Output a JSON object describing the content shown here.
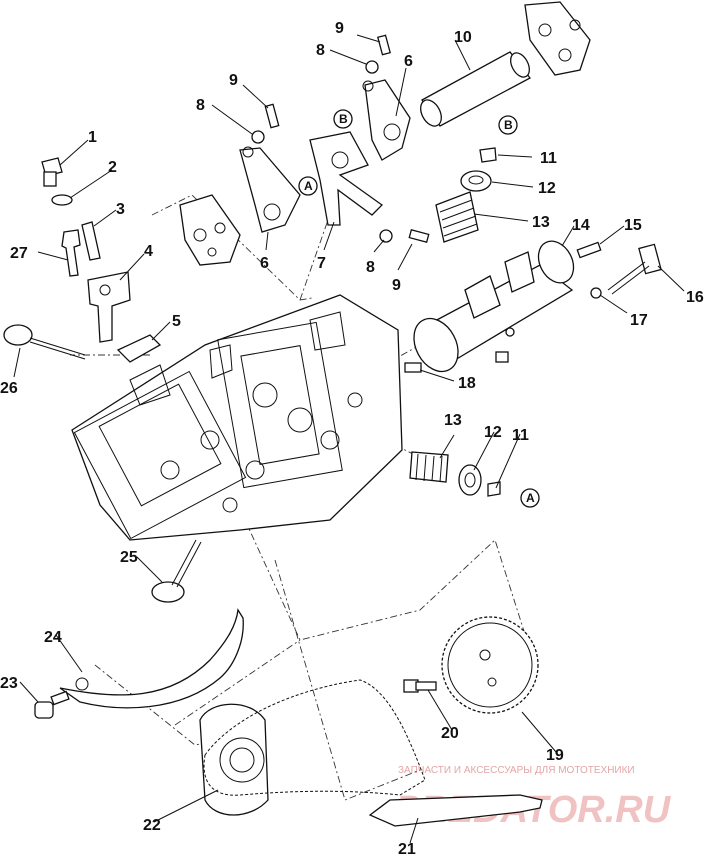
{
  "watermark": {
    "tagline": "ЗАПЧАСТИ И АКСЕССУАРЫ ДЛЯ МОТОТЕХНИКИ",
    "logo": "PREDATOR.RU"
  },
  "callouts": [
    {
      "text": "1"
    },
    {
      "text": "2"
    },
    {
      "text": "3"
    },
    {
      "text": "27"
    },
    {
      "text": "4"
    },
    {
      "text": "5"
    },
    {
      "text": "26"
    },
    {
      "text": "9"
    },
    {
      "text": "8"
    },
    {
      "text": "6"
    },
    {
      "text": "9"
    },
    {
      "text": "8"
    },
    {
      "text": "6"
    },
    {
      "text": "7"
    },
    {
      "text": "8"
    },
    {
      "text": "9"
    },
    {
      "text": "10"
    },
    {
      "text": "11"
    },
    {
      "text": "12"
    },
    {
      "text": "13"
    },
    {
      "text": "14"
    },
    {
      "text": "15"
    },
    {
      "text": "16"
    },
    {
      "text": "17"
    },
    {
      "text": "18"
    },
    {
      "text": "13"
    },
    {
      "text": "12"
    },
    {
      "text": "11"
    },
    {
      "text": "25"
    },
    {
      "text": "24"
    },
    {
      "text": "23"
    },
    {
      "text": "20"
    },
    {
      "text": "19"
    },
    {
      "text": "22"
    },
    {
      "text": "21"
    }
  ],
  "circle_labels": [
    {
      "text": "B"
    },
    {
      "text": "B"
    },
    {
      "text": "A"
    },
    {
      "text": "A"
    }
  ]
}
